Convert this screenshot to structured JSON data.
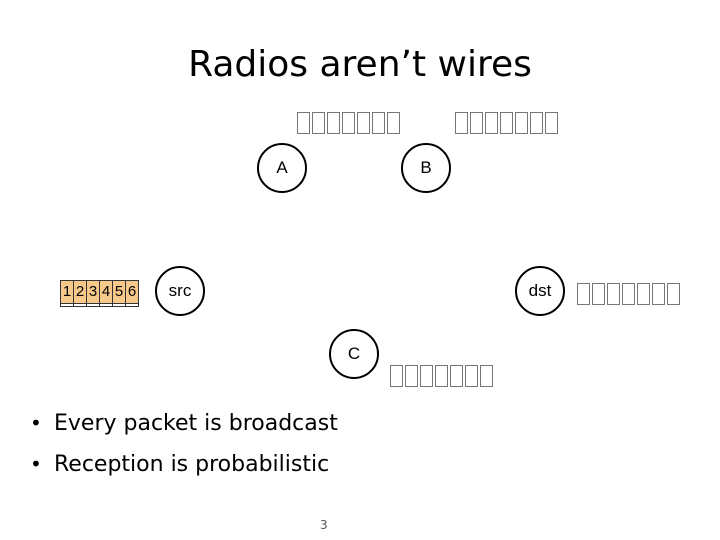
{
  "slide": {
    "title": "Radios aren’t wires",
    "page_number": "3"
  },
  "nodes": {
    "a": "A",
    "b": "B",
    "src": "src",
    "dst": "dst",
    "c": "C"
  },
  "packets": [
    "1",
    "2",
    "3",
    "4",
    "5",
    "6"
  ],
  "bullets": [
    "Every packet is broadcast",
    "Reception is probabilistic"
  ],
  "colors": {
    "packet_fill": "#f6c98a",
    "node_border": "#000000"
  }
}
